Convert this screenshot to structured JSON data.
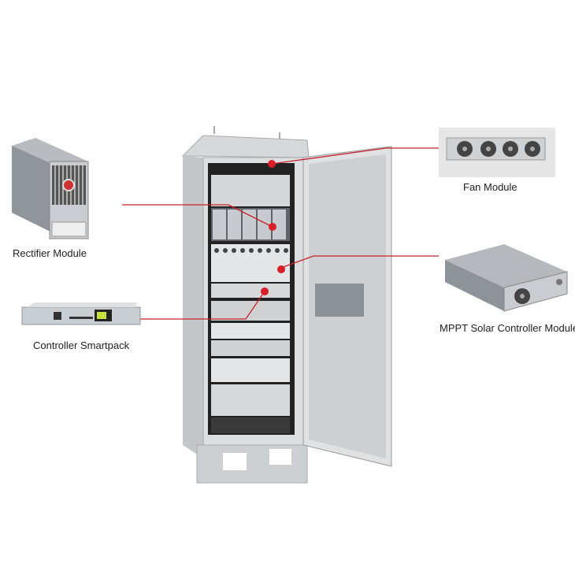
{
  "labels": {
    "rectifier": "Rectifier Module",
    "controller": "Controller Smartpack",
    "fan": "Fan Module",
    "mppt": "MPPT Solar Controller Module"
  },
  "colors": {
    "callout_line": "#c8202a",
    "cabinet": "#d9d9d9",
    "background": "#ffffff"
  }
}
